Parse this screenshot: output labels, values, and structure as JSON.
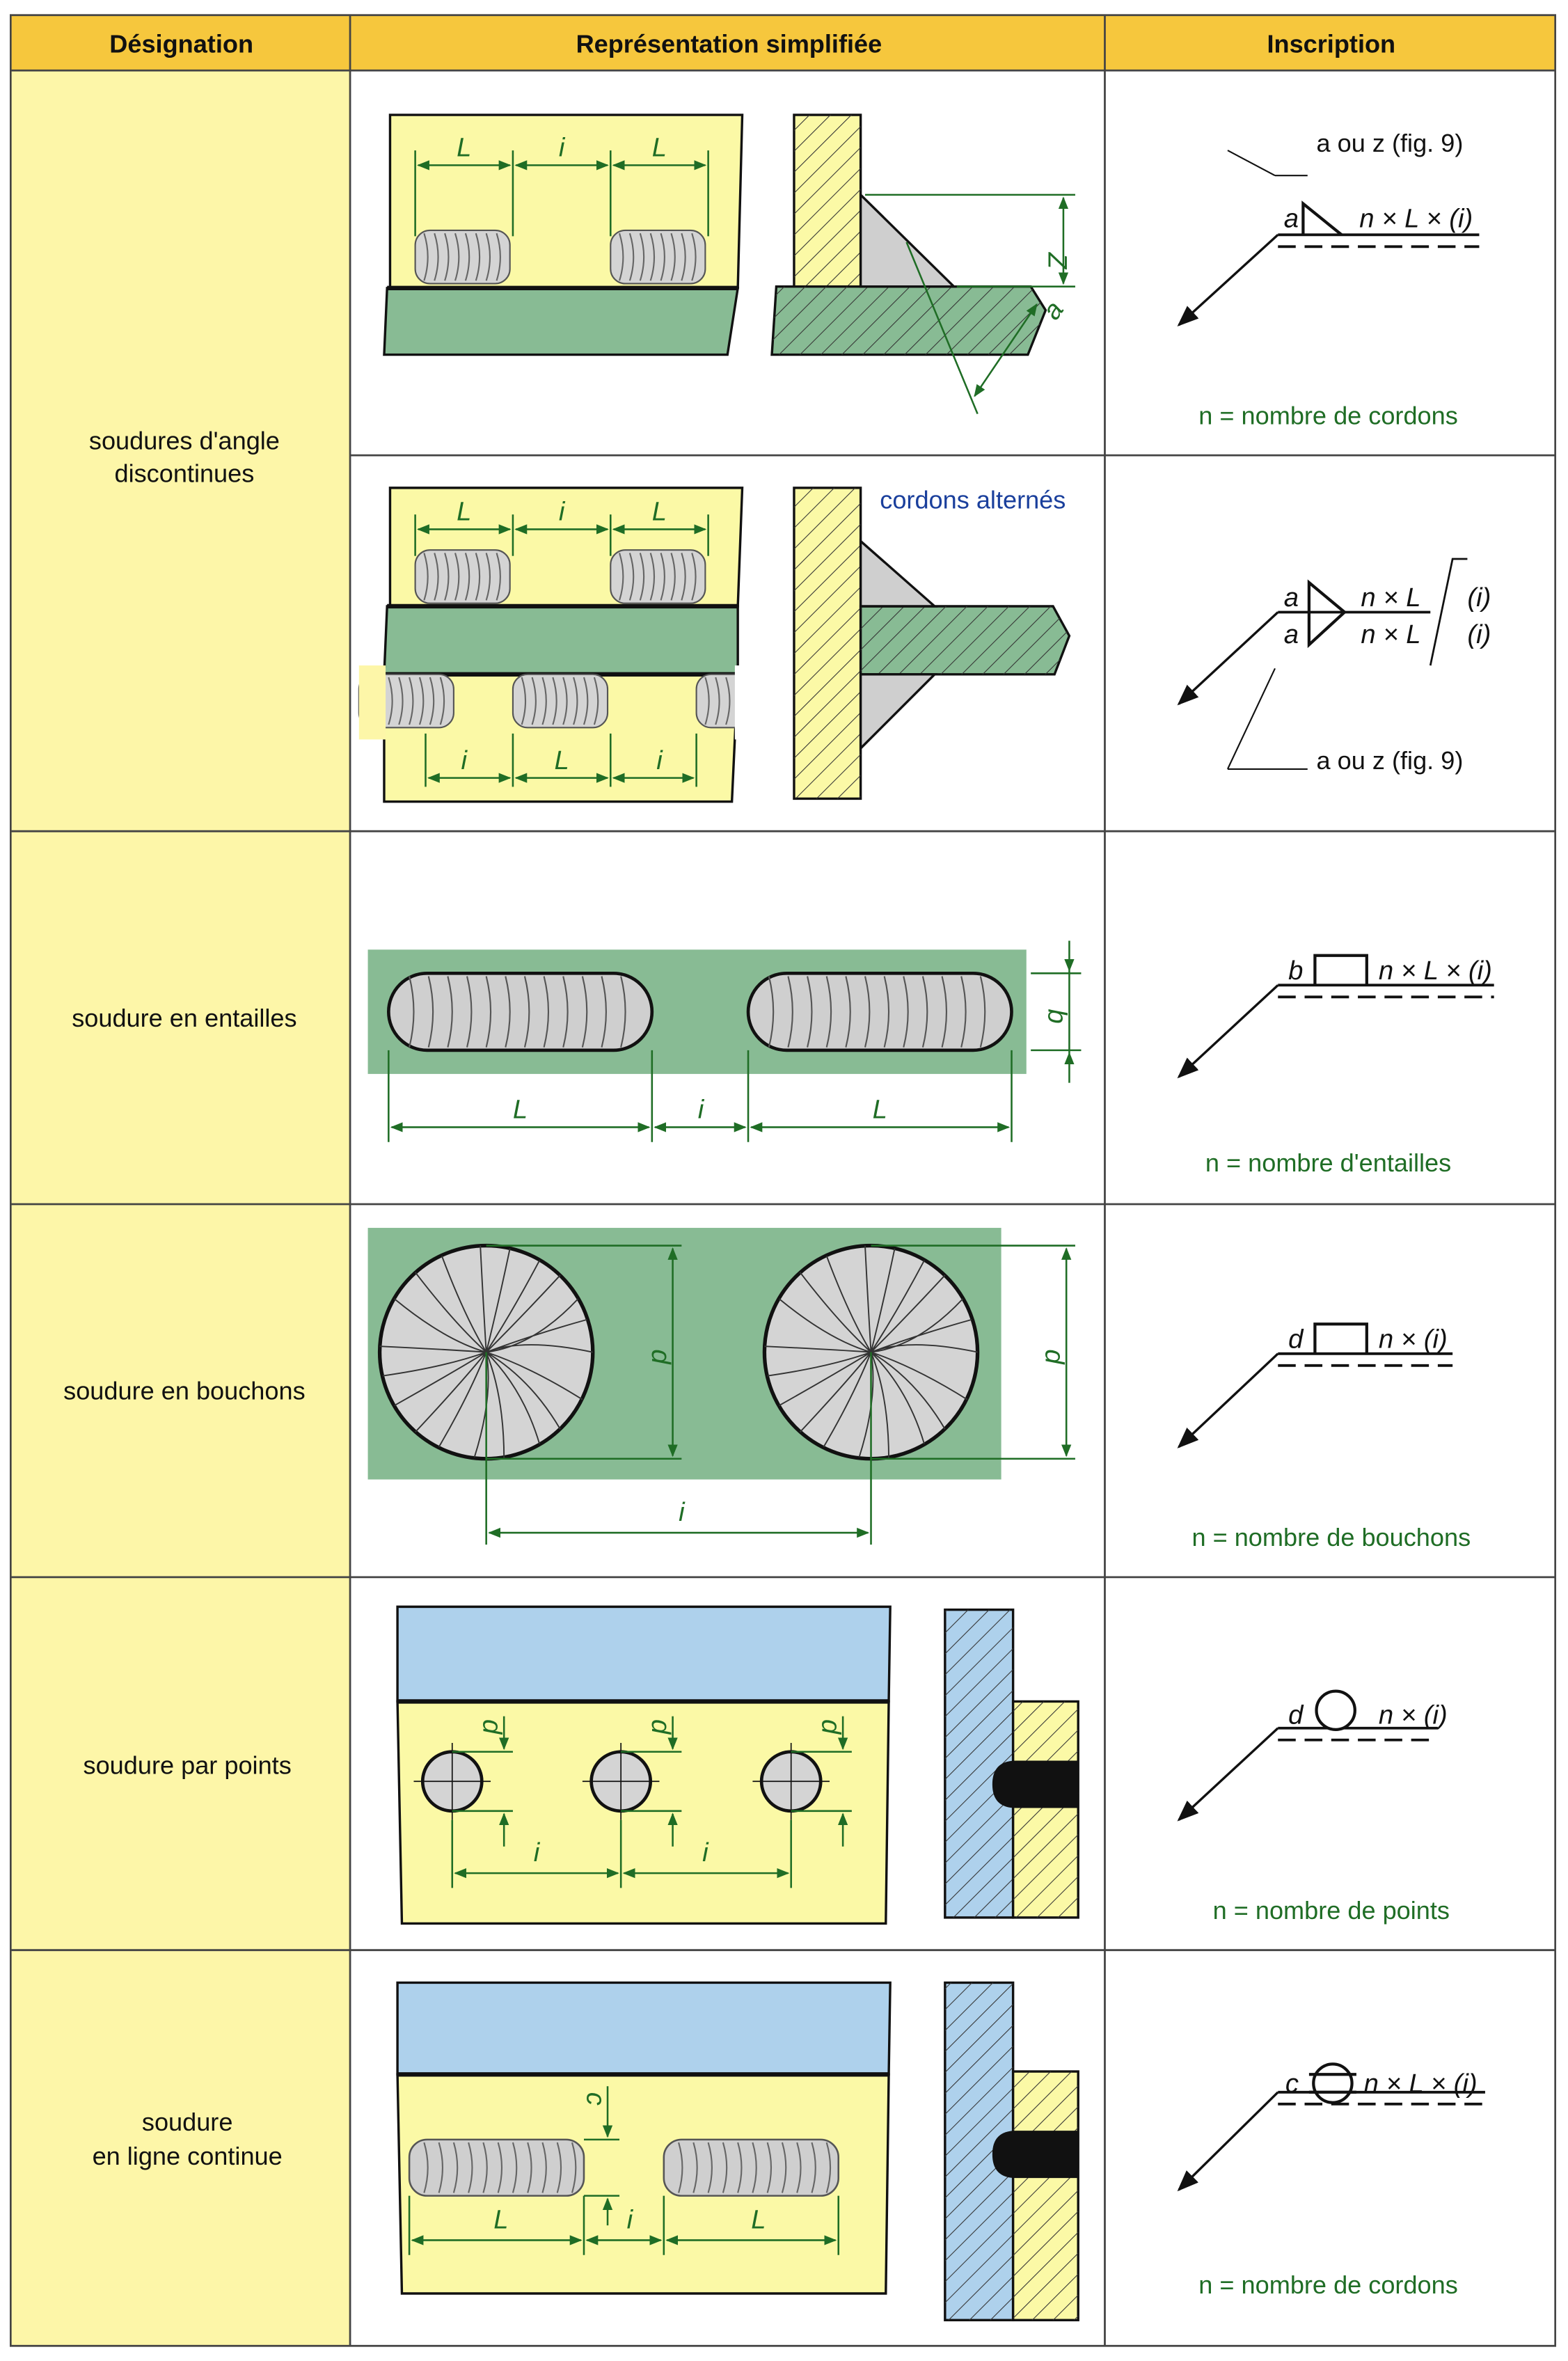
{
  "headers": [
    "Désignation",
    "Représentation simplifiée",
    "Inscription"
  ],
  "rows": [
    {
      "designation": [
        "soudures d'angle",
        "discontinues"
      ],
      "sub": [
        {
          "dims": {
            "L": "L",
            "i": "i",
            "z": "Z",
            "a": "a"
          },
          "callout": {
            "symbol_label": "a",
            "formula": "n × L × (i)",
            "ref": "a ou z (fig. 9)"
          },
          "note": "n = nombre de cordons"
        },
        {
          "dims": {
            "L": "L",
            "i": "i"
          },
          "alternate_label": "cordons alternés",
          "callout": {
            "upper_label": "a",
            "lower_label": "a",
            "upper_formula": "n × L",
            "lower_formula": "n × L",
            "upper_pitch": "(i)",
            "lower_pitch": "(i)",
            "ref": "a ou z (fig. 9)"
          }
        }
      ]
    },
    {
      "designation": [
        "soudure en entailles"
      ],
      "dims": {
        "L": "L",
        "i": "i",
        "b": "b"
      },
      "callout": {
        "symbol_label": "b",
        "formula": "n × L × (i)"
      },
      "note": "n = nombre d'entailles"
    },
    {
      "designation": [
        "soudure en bouchons"
      ],
      "dims": {
        "d": "d",
        "i": "i"
      },
      "callout": {
        "symbol_label": "d",
        "formula": "n × (i)"
      },
      "note": "n = nombre de bouchons"
    },
    {
      "designation": [
        "soudure par points"
      ],
      "dims": {
        "d": "d",
        "i": "i"
      },
      "callout": {
        "symbol_label": "d",
        "formula": "n × (i)"
      },
      "note": "n = nombre de points"
    },
    {
      "designation": [
        "soudure",
        "en ligne continue"
      ],
      "dims": {
        "c": "c",
        "L": "L",
        "i": "i"
      },
      "callout": {
        "symbol_label": "c",
        "formula": "n × L × (i)"
      },
      "note": "n = nombre de cordons"
    }
  ],
  "colors": {
    "header_bg": "#f6c73d",
    "designation_bg": "#fdf6a8",
    "plate_yellow": "#fbf9a6",
    "plate_green": "#88bb94",
    "plate_blue": "#aed1ec",
    "weld_grey": "#cfcfcf",
    "dim_green": "#1f6d25",
    "accent_blue": "#1a3f9c"
  }
}
